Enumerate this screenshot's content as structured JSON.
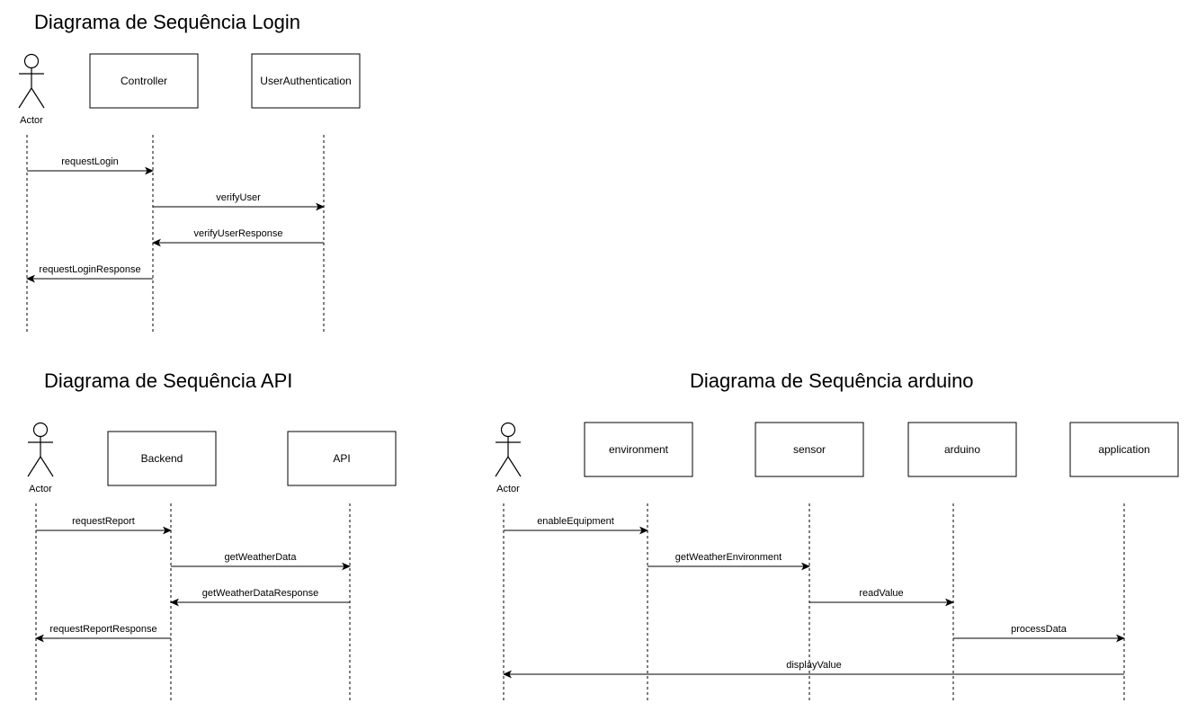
{
  "diagrams": [
    {
      "id": "login",
      "title": "Diagrama de Sequência Login",
      "participants": [
        {
          "kind": "actor",
          "label": "Actor"
        },
        {
          "kind": "box",
          "label": "Controller"
        },
        {
          "kind": "box",
          "label": "UserAuthentication"
        }
      ],
      "messages": [
        {
          "from": 0,
          "to": 1,
          "label": "requestLogin"
        },
        {
          "from": 1,
          "to": 2,
          "label": "verifyUser"
        },
        {
          "from": 2,
          "to": 1,
          "label": "verifyUserResponse"
        },
        {
          "from": 1,
          "to": 0,
          "label": "requestLoginResponse"
        }
      ]
    },
    {
      "id": "api",
      "title": "Diagrama de Sequência API",
      "participants": [
        {
          "kind": "actor",
          "label": "Actor"
        },
        {
          "kind": "box",
          "label": "Backend"
        },
        {
          "kind": "box",
          "label": "API"
        }
      ],
      "messages": [
        {
          "from": 0,
          "to": 1,
          "label": "requestReport"
        },
        {
          "from": 1,
          "to": 2,
          "label": "getWeatherData"
        },
        {
          "from": 2,
          "to": 1,
          "label": "getWeatherDataResponse"
        },
        {
          "from": 1,
          "to": 0,
          "label": "requestReportResponse"
        }
      ]
    },
    {
      "id": "arduino",
      "title": "Diagrama de Sequência arduino",
      "participants": [
        {
          "kind": "actor",
          "label": "Actor"
        },
        {
          "kind": "box",
          "label": "environment"
        },
        {
          "kind": "box",
          "label": "sensor"
        },
        {
          "kind": "box",
          "label": "arduino"
        },
        {
          "kind": "box",
          "label": "application"
        }
      ],
      "messages": [
        {
          "from": 0,
          "to": 1,
          "label": "enableEquipment"
        },
        {
          "from": 1,
          "to": 2,
          "label": "getWeatherEnvironment"
        },
        {
          "from": 2,
          "to": 3,
          "label": "readValue"
        },
        {
          "from": 3,
          "to": 4,
          "label": "processData"
        },
        {
          "from": 4,
          "to": 0,
          "label": "displayValue"
        }
      ]
    }
  ]
}
